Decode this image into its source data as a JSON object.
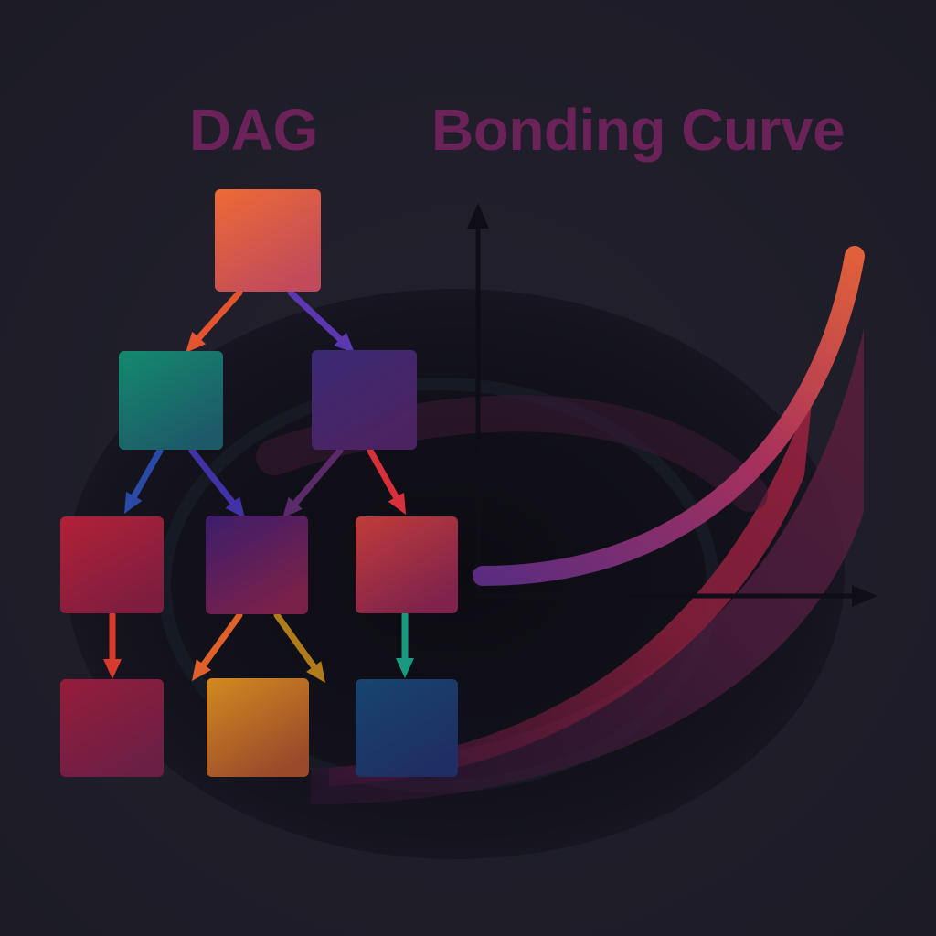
{
  "titles": {
    "dag": "DAG",
    "bonding_curve": "Bonding Curve"
  },
  "colors": {
    "background": "#1e1d28",
    "title": "#6b2258",
    "axis": "#0f0e16",
    "halo": "#14131c"
  },
  "dag": {
    "nodes": [
      {
        "id": "root",
        "color_top": "#ee6a35",
        "color_bottom": "#c14b5b"
      },
      {
        "id": "left-mid",
        "color_top": "#138a6e",
        "color_bottom": "#1d5a68"
      },
      {
        "id": "right-mid",
        "color_top": "#3a2a74",
        "color_bottom": "#4c2361"
      },
      {
        "id": "row3-left",
        "color_top": "#b22137",
        "color_bottom": "#7f1d3f"
      },
      {
        "id": "row3-center",
        "color_top": "#3c1d6c",
        "color_bottom": "#7a2149"
      },
      {
        "id": "row3-right",
        "color_top": "#c13b39",
        "color_bottom": "#7f234c"
      },
      {
        "id": "leaf-left",
        "color_top": "#951d3a",
        "color_bottom": "#6c1f45"
      },
      {
        "id": "leaf-center",
        "color_top": "#d28a1f",
        "color_bottom": "#9a4a2b"
      },
      {
        "id": "leaf-right",
        "color_top": "#17456e",
        "color_bottom": "#1f2e64"
      }
    ],
    "edges": [
      {
        "from": "root",
        "to": "left-mid",
        "color": "#e4542e"
      },
      {
        "from": "root",
        "to": "right-mid",
        "color": "#5b38b0"
      },
      {
        "from": "left-mid",
        "to": "row3-left",
        "color": "#2a4aa8"
      },
      {
        "from": "left-mid",
        "to": "row3-center",
        "color": "#4232a8"
      },
      {
        "from": "right-mid",
        "to": "row3-center",
        "color": "#5a2a6a"
      },
      {
        "from": "right-mid",
        "to": "row3-right",
        "color": "#d8303a"
      },
      {
        "from": "row3-left",
        "to": "leaf-left",
        "color": "#d83a2c"
      },
      {
        "from": "row3-center",
        "to": "leaf-left",
        "color": "#e0602a"
      },
      {
        "from": "row3-center",
        "to": "leaf-center",
        "color": "#b07b1a"
      },
      {
        "from": "row3-right",
        "to": "leaf-right",
        "color": "#199a80"
      }
    ]
  },
  "bonding_curve": {
    "curve_colors": [
      "#5a2c80",
      "#a6305c",
      "#e0603a"
    ],
    "ribbon_colors": [
      "#3a1a3f",
      "#7c1e3c"
    ]
  }
}
